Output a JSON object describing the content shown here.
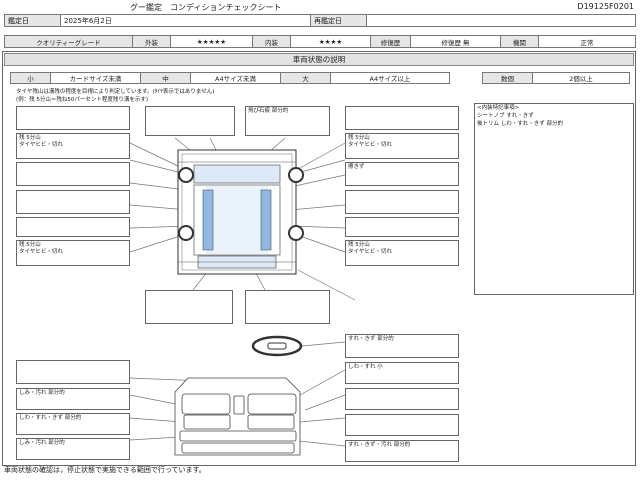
{
  "header": {
    "title": "グー鑑定　コンディションチェックシート",
    "code": "D19125F0201"
  },
  "dates": {
    "inspection_label": "鑑定日",
    "inspection_value": "2025年6月2日",
    "reinspection_label": "再鑑定日",
    "reinspection_value": ""
  },
  "grades": {
    "quality_label": "クオリティーグレード",
    "exterior_label": "外装",
    "exterior_value": "★★★★★",
    "interior_label": "内装",
    "interior_value": "★★★★",
    "repair_label": "修復歴",
    "repair_value": "修復歴 無",
    "mechanism_label": "機関",
    "mechanism_value": "正常"
  },
  "section_title": "車両状態の説明",
  "legend": {
    "small": "小",
    "small_desc": "カードサイズ未満",
    "medium": "中",
    "medium_desc": "A4サイズ未満",
    "large": "大",
    "large_desc": "A4サイズ以上",
    "count": "数個",
    "count_desc": "2個以上"
  },
  "notes": {
    "line1": "タイヤ残山は溝残の程度を目視により判定しています。(ﾀｲﾔ表示ではありません)",
    "line2": "(例：残 5分山＝残ね50パーセント程度残り溝を示す)"
  },
  "interior_notes": {
    "title": "<内装特記事項>",
    "line1": "シートノブ すれ・きず",
    "line2": "後トリム しわ・すれ・きず 部分的"
  },
  "exterior_boxes": {
    "front_top": "飛び石痕 部分的",
    "tire_fl": "残 5分山\nタイヤヒビ・切れ",
    "tire_fr": "残 5分山\nタイヤヒビ・切れ",
    "right_mid": "擦きず",
    "tire_rl": "残 5分山\nタイヤヒビ・切れ",
    "tire_rr": "残 5分山\nタイヤヒビ・切れ"
  },
  "interior_boxes": {
    "steering": "すれ・きず 部分的",
    "right_upper": "しわ・すれ 小",
    "left_1": "しみ・汚れ 部分的",
    "left_2": "しわ・すれ・きず 部分的",
    "left_3": "しみ・汚れ 部分的",
    "right_bottom": "すれ・きず・汚れ 部分的"
  },
  "footer": "車両状態の確認は，停止状態で実施できる範囲で行っています。"
}
